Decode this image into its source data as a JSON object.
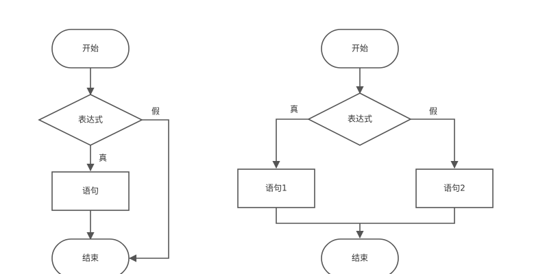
{
  "colors": {
    "stroke": "#555555",
    "text": "#333333",
    "fill": "#ffffff"
  },
  "left_flow": {
    "start": "开始",
    "condition": "表达式",
    "statement": "语句",
    "end": "结束",
    "true_label": "真",
    "false_label": "假"
  },
  "right_flow": {
    "start": "开始",
    "condition": "表达式",
    "statement_true": "语句1",
    "statement_false": "语句2",
    "end": "结束",
    "true_label": "真",
    "false_label": "假"
  }
}
